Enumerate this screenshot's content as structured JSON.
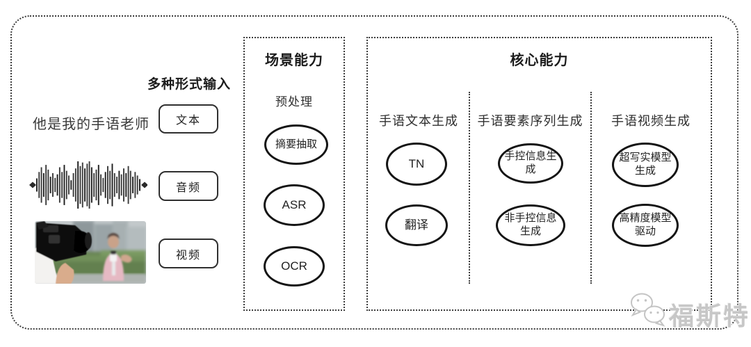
{
  "page": {
    "background": "#ffffff",
    "border_color": "#3c3c3c",
    "accent_black": "#141414"
  },
  "input_section": {
    "label": "多种形式输入",
    "sentence": "他是我的手语老师",
    "text_item": "文本",
    "audio_item": "音频",
    "video_item": "视频",
    "waveform_icon": "audio-waveform-icon",
    "video_thumb": "reporter-camera-photo"
  },
  "scene_box": {
    "title": "场景能力",
    "subtitle": "预处理",
    "nodes": [
      "摘要抽取",
      "ASR",
      "OCR"
    ]
  },
  "core_box": {
    "title": "核心能力",
    "columns": [
      {
        "header": "手语文本生成",
        "nodes": [
          "TN",
          "翻译"
        ]
      },
      {
        "header": "手语要素序列生成",
        "nodes": [
          "手控信息生成",
          "非手控信息生成"
        ]
      },
      {
        "header": "手语视频生成",
        "nodes": [
          "超写实模型生成",
          "高精度模型驱动"
        ]
      }
    ]
  },
  "watermark": {
    "icon": "wechat-bubbles-icon",
    "text": "福斯特",
    "color": "#c7c7c7"
  }
}
